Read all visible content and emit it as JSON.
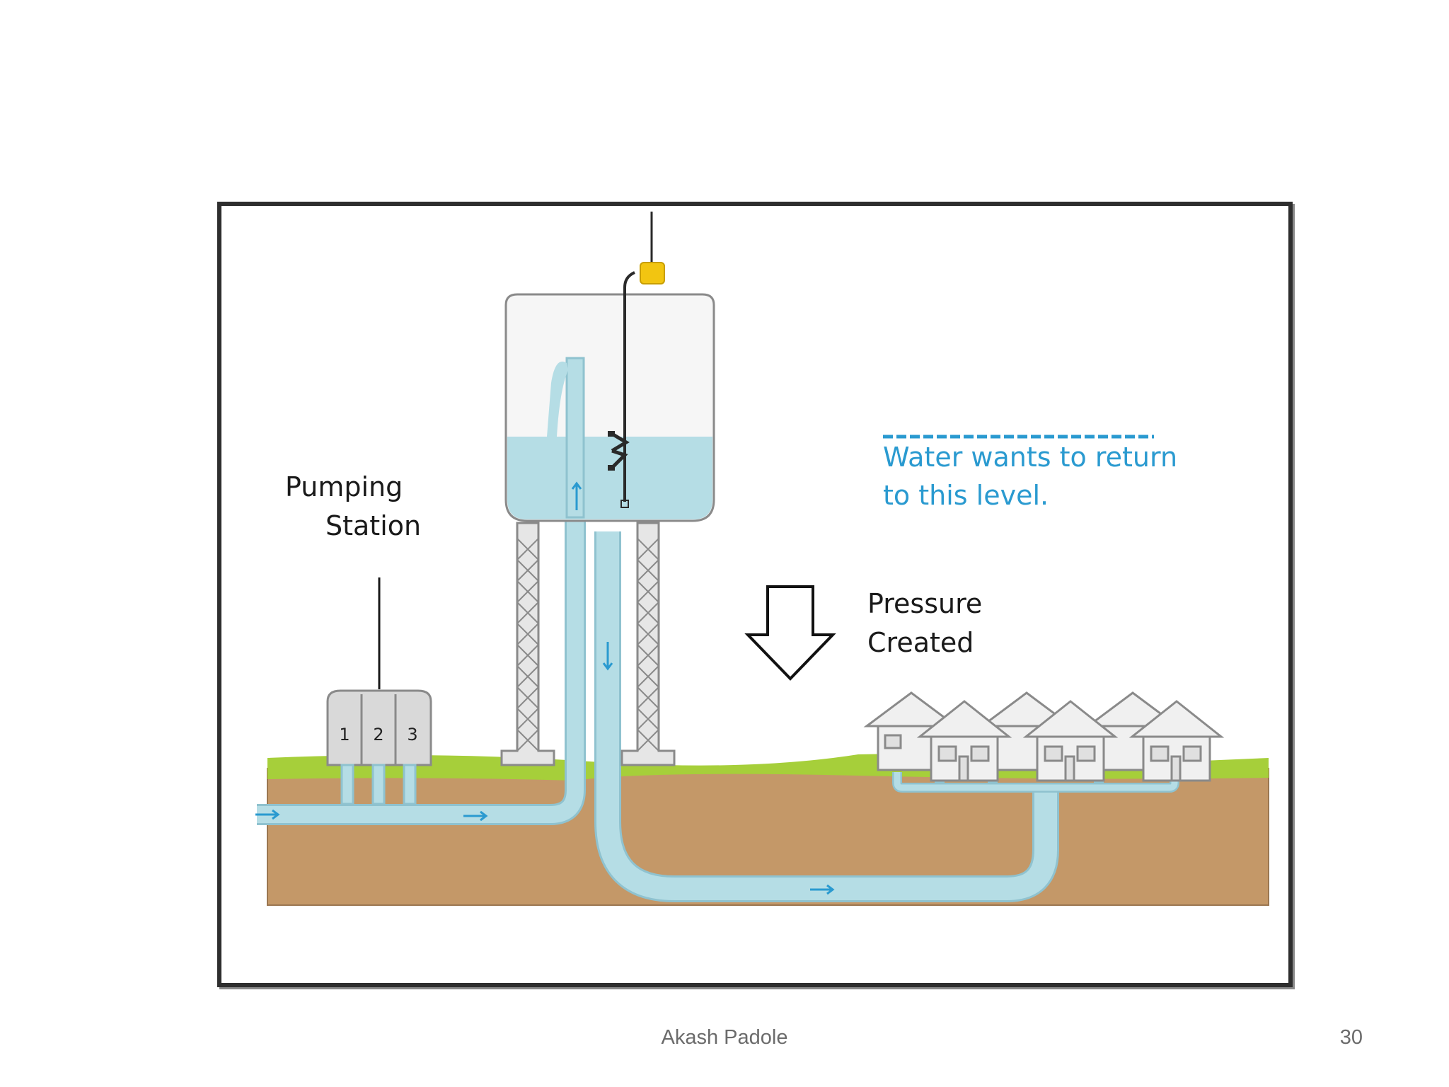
{
  "diagram": {
    "labels": {
      "pumping_station_line1": "Pumping",
      "pumping_station_line2": "Station",
      "water_level_line1": "Water wants to return",
      "water_level_line2": "to this level.",
      "pressure_line1": "Pressure",
      "pressure_line2": "Created"
    },
    "pump_numbers": [
      "1",
      "2",
      "3"
    ],
    "colors": {
      "water": "#b5dde5",
      "water_outline": "#8fc2cf",
      "soil": "#c49868",
      "grass": "#a6cf3a",
      "accent_blue": "#2a9ad0",
      "sensor_yellow": "#f2c511",
      "structure_gray": "#9a9a9a"
    },
    "icons": [
      "flow-arrow-icon",
      "down-arrow-icon",
      "house-icon",
      "sensor-antenna-icon"
    ]
  },
  "footer": {
    "author": "Akash Padole",
    "page_number": "30"
  }
}
